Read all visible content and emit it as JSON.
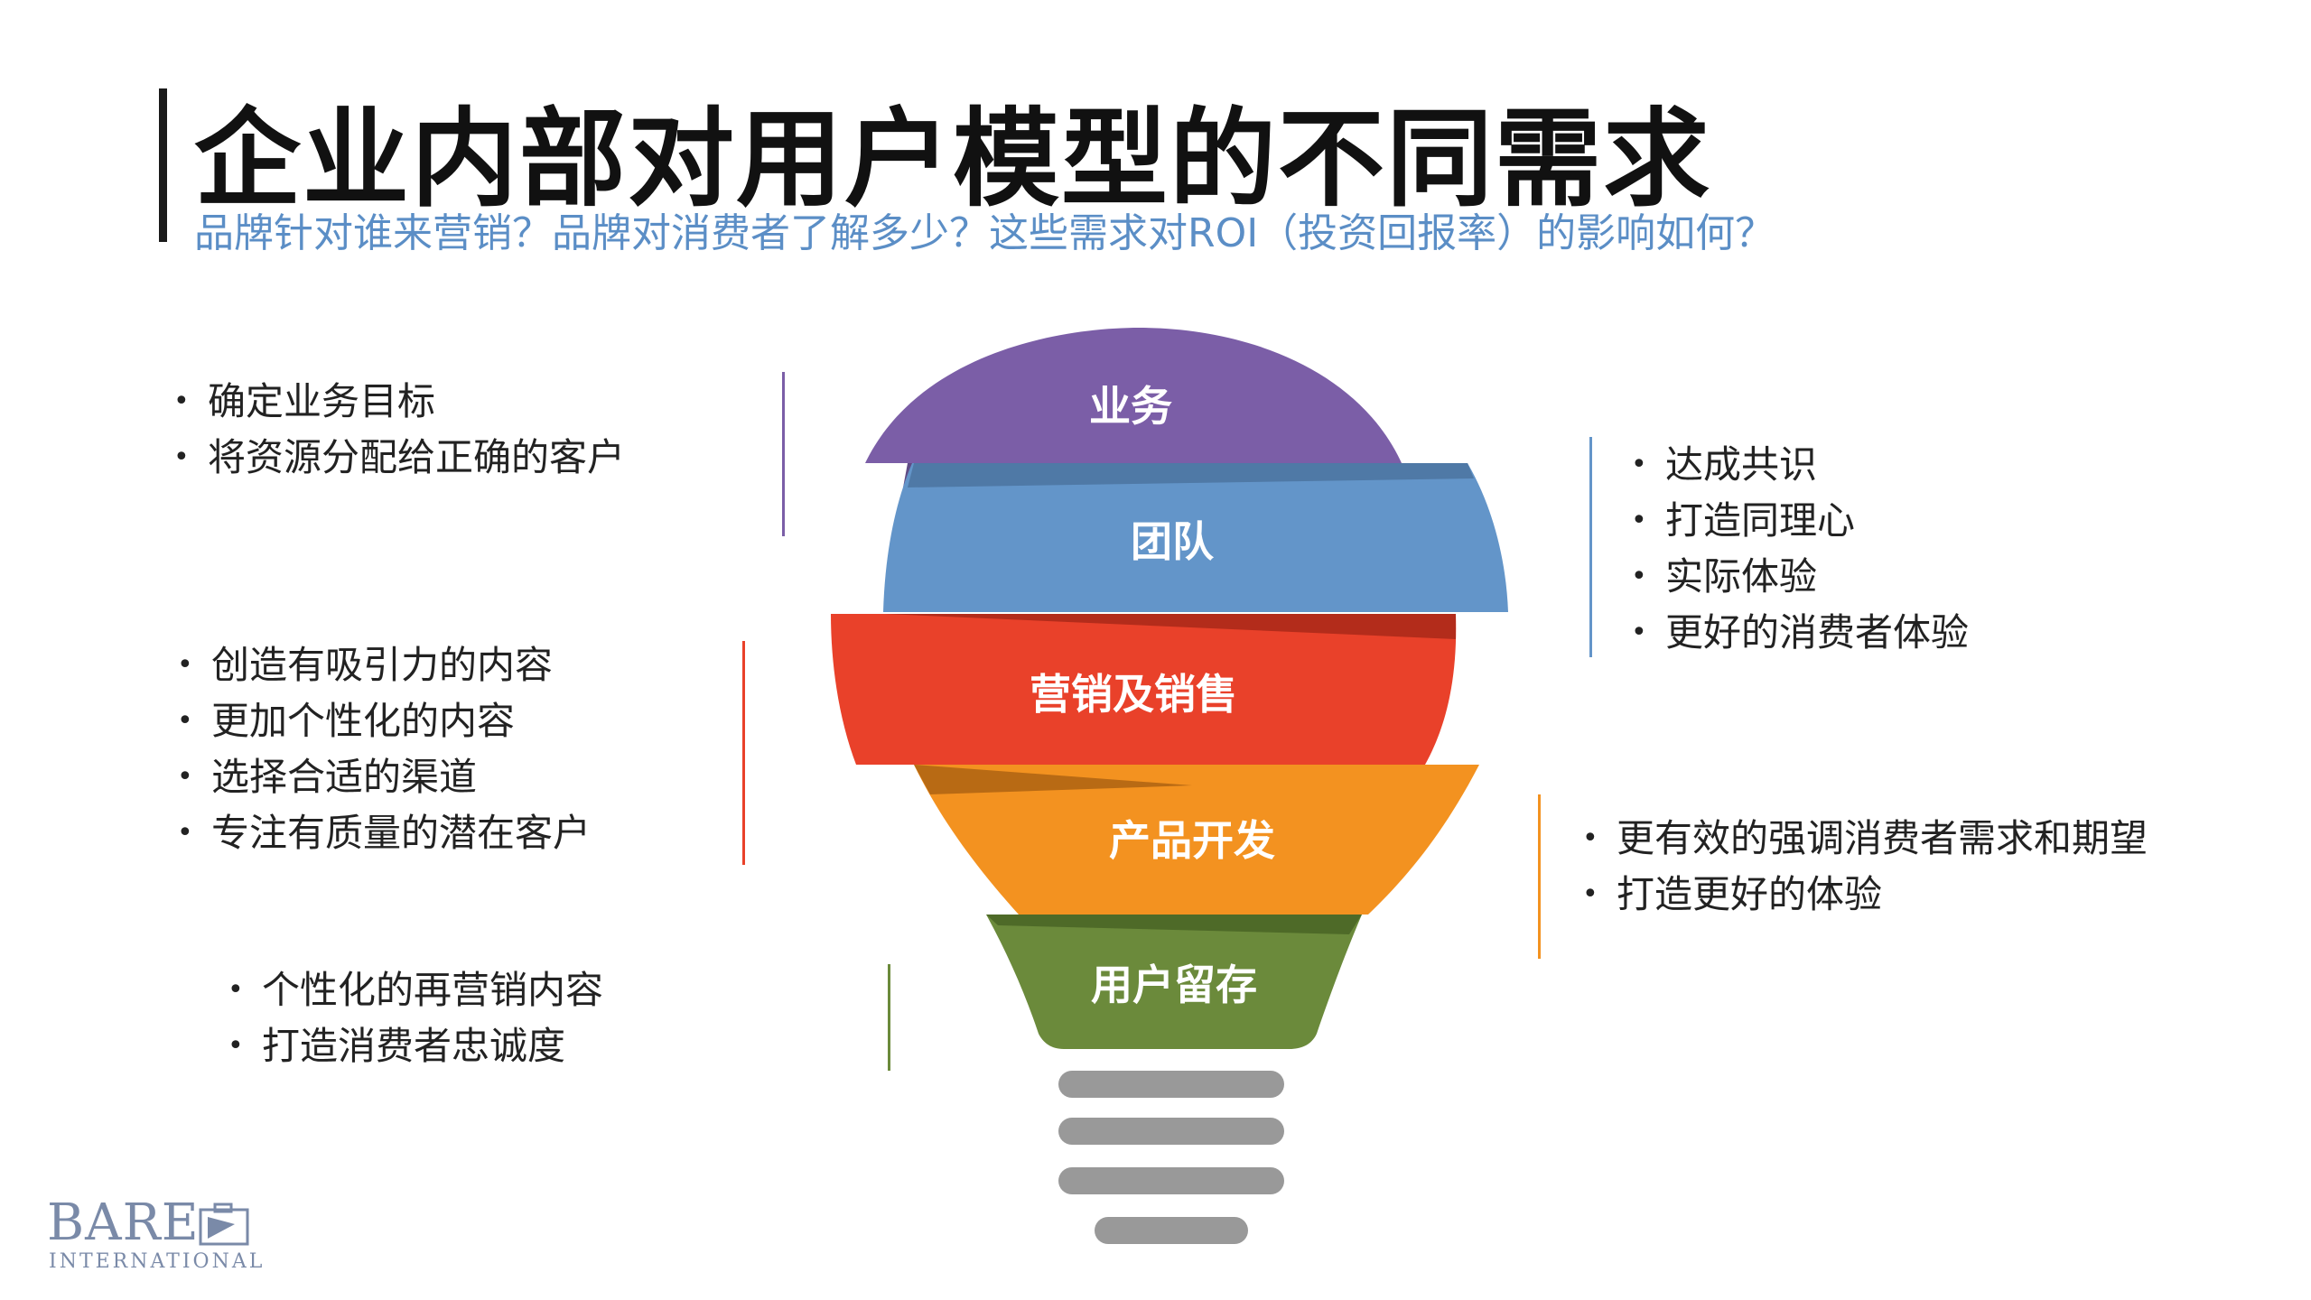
{
  "header": {
    "title": "企业内部对用户模型的不同需求",
    "subtitle": "品牌针对谁来营销？品牌对消费者了解多少？这些需求对ROI（投资回报率）的影响如何？"
  },
  "layers": [
    {
      "label": "业务",
      "color": "#7b5ea7"
    },
    {
      "label": "团队",
      "color": "#6395c9"
    },
    {
      "label": "营销及销售",
      "color": "#e9412a"
    },
    {
      "label": "产品开发",
      "color": "#f39220"
    },
    {
      "label": "用户留存",
      "color": "#6b8a3b"
    }
  ],
  "bulb_base_color": "#999999",
  "left_notes": [
    {
      "items": [
        "确定业务目标",
        "将资源分配给正确的客户"
      ],
      "line_color": "#7b5ea7"
    },
    {
      "items": [
        "创造有吸引力的内容",
        "更加个性化的内容",
        "选择合适的渠道",
        "专注有质量的潜在客户"
      ],
      "line_color": "#e9412a"
    },
    {
      "items": [
        "个性化的再营销内容",
        "打造消费者忠诚度"
      ],
      "line_color": "#6b8a3b"
    }
  ],
  "right_notes": [
    {
      "items": [
        "达成共识",
        "打造同理心",
        "实际体验",
        "更好的消费者体验"
      ],
      "line_color": "#6395c9"
    },
    {
      "items": [
        "更有效的强调消费者需求和期望",
        "打造更好的体验"
      ],
      "line_color": "#f39220"
    }
  ],
  "logo": {
    "name": "BARE",
    "sub": "INTERNATIONAL",
    "color": "#7a8aa8"
  }
}
